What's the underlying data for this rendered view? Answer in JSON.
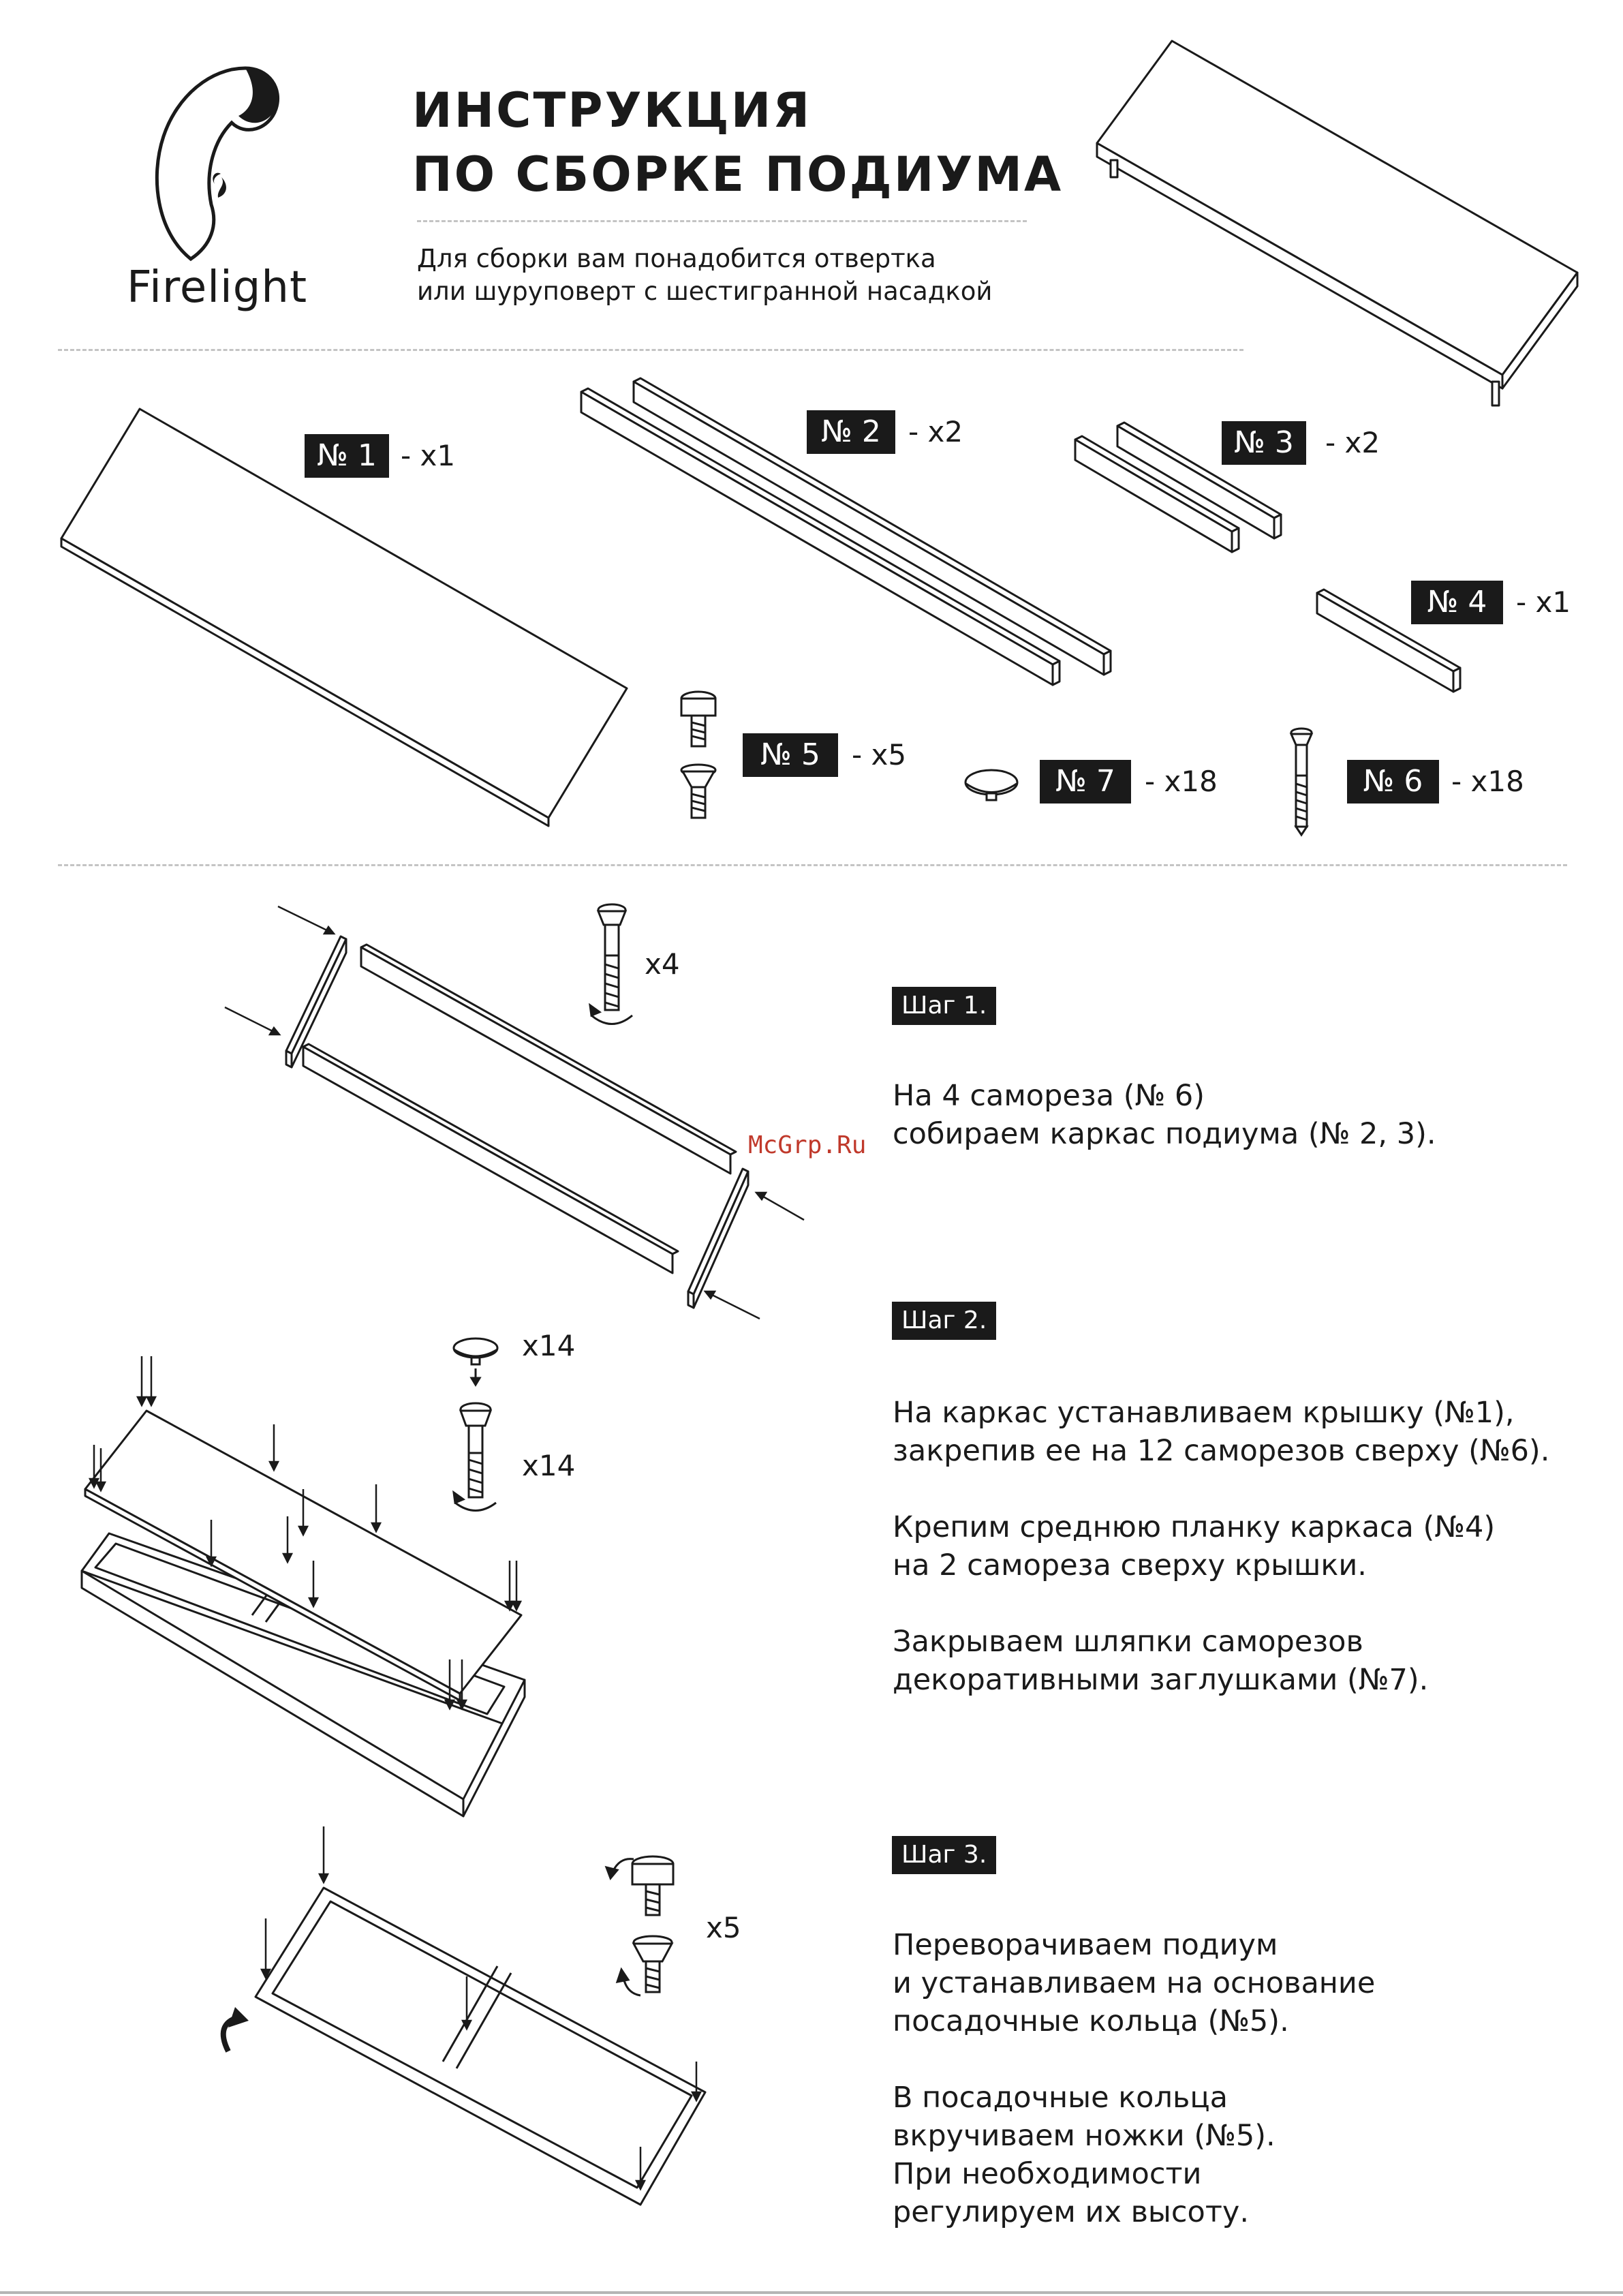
{
  "header": {
    "brand": "Firelight",
    "title_line1": "ИНСТРУКЦИЯ",
    "title_line2": "ПО СБОРКЕ ПОДИУМА",
    "subtitle_line1": "Для сборки вам понадобится отвертка",
    "subtitle_line2": "или шуруповерт с шестигранной насадкой"
  },
  "parts": [
    {
      "label": "№ 1",
      "qty": "- x1"
    },
    {
      "label": "№ 2",
      "qty": "- x2"
    },
    {
      "label": "№ 3",
      "qty": "- x2"
    },
    {
      "label": "№ 4",
      "qty": "- x1"
    },
    {
      "label": "№ 5",
      "qty": "- x5"
    },
    {
      "label": "№ 7",
      "qty": "- x18"
    },
    {
      "label": "№ 6",
      "qty": "- x18"
    }
  ],
  "steps": [
    {
      "badge": "Шаг 1.",
      "paragraphs": [
        "На 4 самореза (№ 6)\nсобираем каркас подиума (№ 2, 3)."
      ],
      "multipliers": [
        "x4"
      ]
    },
    {
      "badge": "Шаг 2.",
      "paragraphs": [
        "На каркас устанавливаем крышку (№1),\nзакрепив ее на 12 саморезов сверху (№6).",
        "Крепим среднюю планку каркаса (№4)\nна 2 самореза сверху крышки.",
        "Закрываем шляпки саморезов\nдекоративными заглушками (№7)."
      ],
      "multipliers": [
        "x14",
        "x14"
      ]
    },
    {
      "badge": "Шаг 3.",
      "paragraphs": [
        "Переворачиваем подиум\nи устанавливаем на основание\nпосадочные кольца (№5).",
        "В посадочные кольца\nвкручиваем ножки (№5).\nПри необходимости\nрегулируем их высоту."
      ],
      "multipliers": [
        "x5"
      ]
    }
  ],
  "watermark": "McGrp.Ru"
}
